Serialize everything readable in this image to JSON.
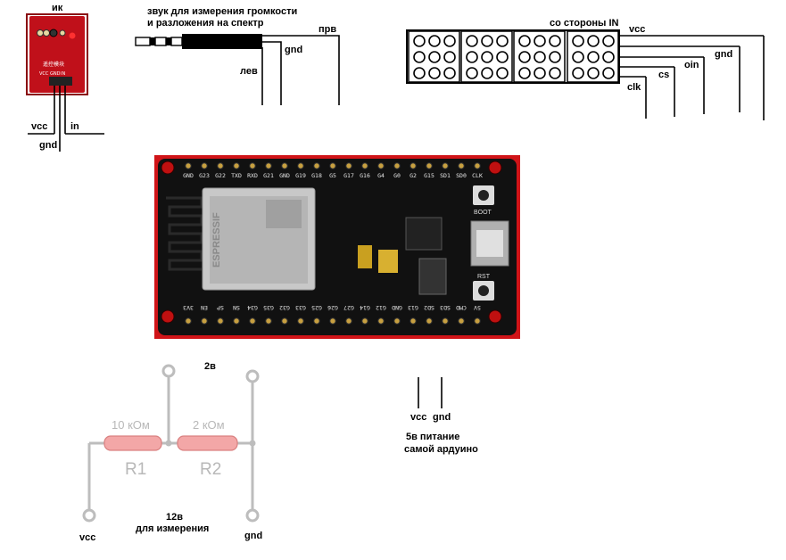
{
  "ir_module": {
    "title": "ик",
    "board_text": "遥控模块",
    "pin_labels": [
      "VCC",
      "GND",
      "IN"
    ],
    "wire_labels": {
      "vcc": "vcc",
      "gnd": "gnd",
      "in": "in"
    }
  },
  "audio_jack": {
    "caption_line1": "звук для измерения громкости",
    "caption_line2": "и разложения на спектр",
    "labels": {
      "right": "прв",
      "gnd": "gnd",
      "left": "лев"
    }
  },
  "led_matrix": {
    "title": "со стороны IN",
    "labels": {
      "vcc": "vcc",
      "gnd": "gnd",
      "din": "oin",
      "cs": "cs",
      "clk": "clk"
    }
  },
  "esp32": {
    "top_pins": [
      "GND",
      "G23",
      "G22",
      "TXD",
      "RXD",
      "G21",
      "GND",
      "G19",
      "G18",
      "G5",
      "G17",
      "G16",
      "G4",
      "G0",
      "G2",
      "G15",
      "SD1",
      "SD0",
      "CLK"
    ],
    "bottom_pins": [
      "3V3",
      "EN",
      "SP",
      "SN",
      "G34",
      "G35",
      "G32",
      "G33",
      "G25",
      "G26",
      "G27",
      "G14",
      "G12",
      "GND",
      "G13",
      "SD2",
      "SD3",
      "CMD",
      "5V"
    ],
    "module_text": "ESPRESSIF",
    "boot_label": "BOOT",
    "rst_label": "RST"
  },
  "divider": {
    "r1_value": "10 кОм",
    "r1_name": "R1",
    "r2_value": "2 кОм",
    "r2_name": "R2",
    "label_2v": "2в",
    "label_vcc": "vcc",
    "label_gnd": "gnd",
    "caption_line1": "12в",
    "caption_line2": "для измерения"
  },
  "arduino_power": {
    "labels": {
      "vcc": "vcc",
      "gnd": "gnd"
    },
    "caption_line1": "5в питание",
    "caption_line2": "самой ардуино"
  }
}
